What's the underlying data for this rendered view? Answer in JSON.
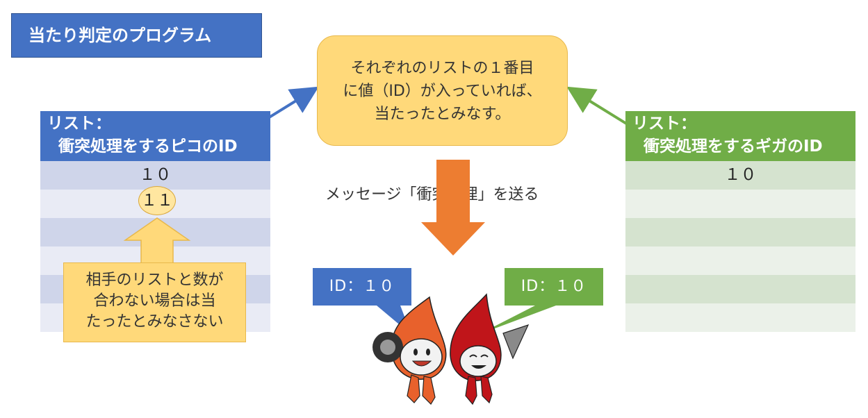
{
  "title": "当たり判定のプログラム",
  "center_note": {
    "lines": [
      "それぞれのリストの１番目",
      "に値（ID）が入っていれば、",
      "当たったとみなす。"
    ]
  },
  "left_list": {
    "header_line1": "リスト：",
    "header_line2": "衝突処理をするピコのID",
    "rows": [
      "１０",
      "１１",
      "",
      "",
      "",
      ""
    ],
    "header_color": "#4472c4",
    "row_colors": [
      "#cfd5ea",
      "#e9ebf5"
    ]
  },
  "right_list": {
    "header_line1": "リスト：",
    "header_line2": "衝突処理をするギガのID",
    "rows": [
      "１０",
      "",
      "",
      "",
      "",
      ""
    ],
    "header_color": "#70ad47",
    "row_colors": [
      "#d5e3cf",
      "#ebf1e9"
    ]
  },
  "message_label": "メッセージ「衝突処理」を送る",
  "mismatch_note": {
    "lines": [
      "相手のリストと数が",
      "合わない場合は当",
      "たったとみなさない"
    ]
  },
  "left_bubble": {
    "text": "ID：１０",
    "color": "#4472c4"
  },
  "right_bubble": {
    "text": "ID：１０",
    "color": "#70ad47"
  },
  "colors": {
    "orange_arrow": "#ed7d31",
    "yellow": "#ffd97a"
  }
}
